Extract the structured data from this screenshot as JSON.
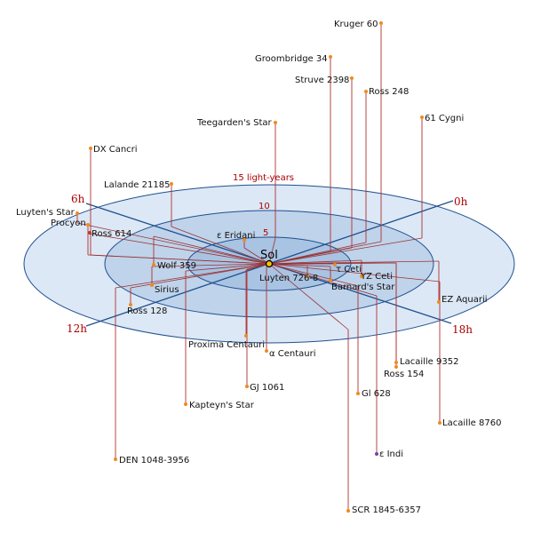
{
  "colors": {
    "ring_outer": "#dce8f5",
    "ring_middle": "#bfd3ea",
    "ring_inner": "#a9c3e2",
    "ring_stroke": "#1f4f8f",
    "spoke": "#993333",
    "drop": "#b03030",
    "star_dot": "#f08a1e",
    "red_dwarf_dot": "#c0392b",
    "indi_dot": "#7b3fa0",
    "sol_fill": "#f5c400",
    "label_red": "#aa0000"
  },
  "center": {
    "label": "Sol"
  },
  "rings": [
    {
      "label": "5"
    },
    {
      "label": "10"
    },
    {
      "label": "15 light-years"
    }
  ],
  "hours": [
    {
      "label": "0h"
    },
    {
      "label": "6h"
    },
    {
      "label": "12h"
    },
    {
      "label": "18h"
    }
  ],
  "stars": [
    {
      "name": "Kruger 60"
    },
    {
      "name": "Groombridge 34"
    },
    {
      "name": "Struve 2398"
    },
    {
      "name": "Ross 248"
    },
    {
      "name": "61 Cygni"
    },
    {
      "name": "Teegarden's Star"
    },
    {
      "name": "DX Cancri"
    },
    {
      "name": "Lalande 21185"
    },
    {
      "name": "Luyten's Star"
    },
    {
      "name": "Procyon"
    },
    {
      "name": "Ross 614"
    },
    {
      "name": "ε Eridani"
    },
    {
      "name": "Wolf 359"
    },
    {
      "name": "Sirius"
    },
    {
      "name": "Ross 128"
    },
    {
      "name": "τ Ceti"
    },
    {
      "name": "YZ Ceti"
    },
    {
      "name": "Luyten 726-8"
    },
    {
      "name": "Barnard's Star"
    },
    {
      "name": "EZ Aquarii"
    },
    {
      "name": "Proxima Centauri"
    },
    {
      "name": "α Centauri"
    },
    {
      "name": "Lacaille 9352"
    },
    {
      "name": "Ross 154"
    },
    {
      "name": "GJ 1061"
    },
    {
      "name": "Gl 628"
    },
    {
      "name": "Kapteyn's Star"
    },
    {
      "name": "Lacaille 8760"
    },
    {
      "name": "ε Indi"
    },
    {
      "name": "DEN 1048-3956"
    },
    {
      "name": "SCR 1845-6357"
    }
  ]
}
